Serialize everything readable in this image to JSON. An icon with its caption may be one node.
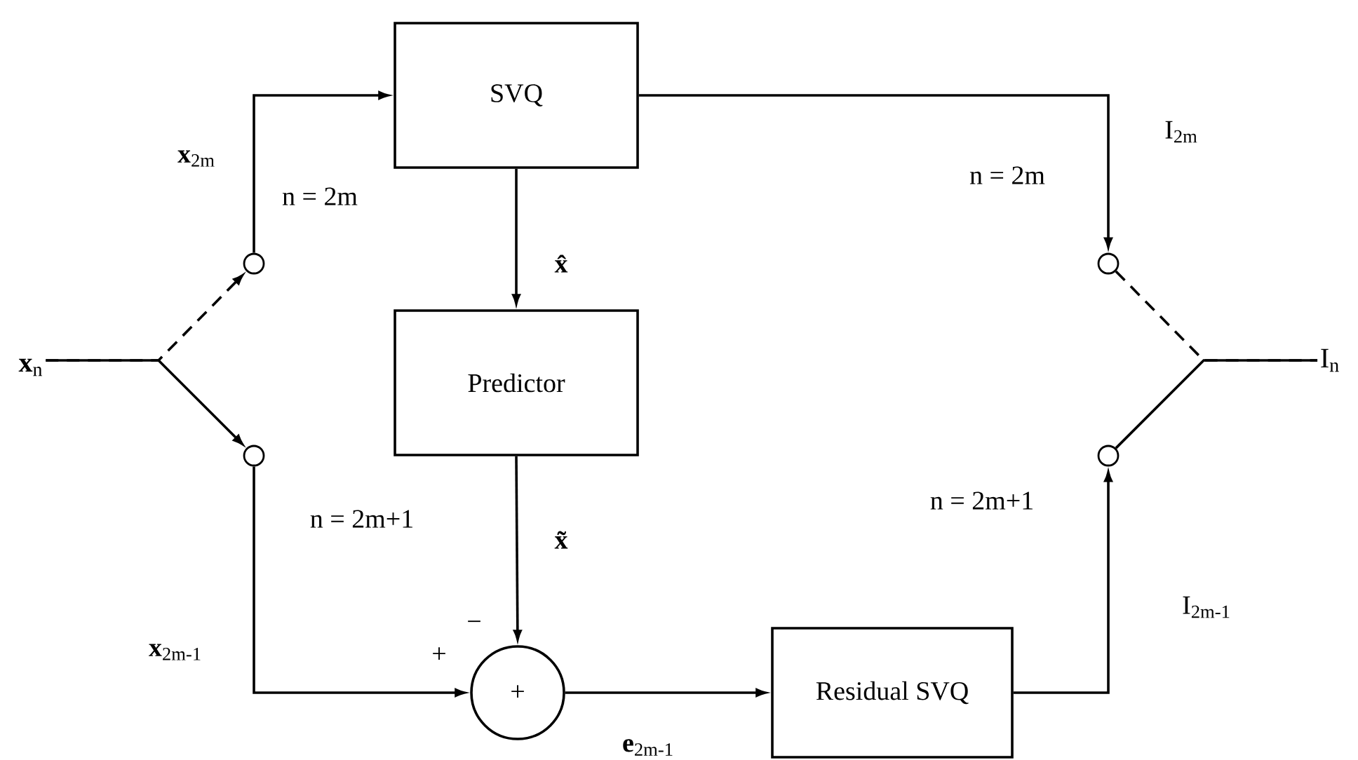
{
  "diagram": {
    "nodes": [
      {
        "text": [
          "SVQ"
        ]
      },
      {
        "text": [
          "Predictor"
        ]
      },
      {
        "text": [
          "+"
        ]
      },
      {
        "text": [
          "Residual SVQ"
        ]
      },
      {
        "text": [
          "**x**$_{n}$"
        ]
      },
      {
        "text": [
          "I$_{n}$"
        ]
      },
      {
        "text": [],
        "shape": "circle"
      },
      {
        "text": [],
        "shape": "circle"
      },
      {
        "text": [],
        "shape": "circle"
      },
      {
        "text": [],
        "shape": "circle"
      }
    ],
    "edges": [
      {
        "from": 4,
        "to": 6,
        "arrow": "to",
        "style": "dashed"
      },
      {
        "from": 4,
        "to": 7,
        "arrow": "to"
      },
      {
        "from": 6,
        "to": 0,
        "arrow": "to",
        "label": "**x**$_{2m}$"
      },
      {
        "from": 7,
        "to": 2,
        "arrow": "to",
        "label": "**x**$_{2m-1}$"
      },
      {
        "from": 0,
        "to": 1,
        "arrow": "to",
        "label": "x̂"
      },
      {
        "from": 1,
        "to": 2,
        "arrow": "to",
        "label": "x̃"
      },
      {
        "from": 2,
        "to": 3,
        "arrow": "to",
        "label": "**e**$_{2m-1}$"
      },
      {
        "from": 3,
        "to": 9,
        "arrow": "to",
        "label": "I$_{2m-1}$"
      },
      {
        "from": 0,
        "to": 8,
        "arrow": "to",
        "label": "I$_{2m}$"
      },
      {
        "from": 8,
        "to": 5,
        "arrow": "none",
        "style": "dashed"
      },
      {
        "from": 9,
        "to": 5,
        "arrow": "none"
      }
    ],
    "labels": [
      "n = 2m",
      "n = 2m+1",
      "n = 2m",
      "n = 2m+1",
      "−",
      "+"
    ]
  }
}
